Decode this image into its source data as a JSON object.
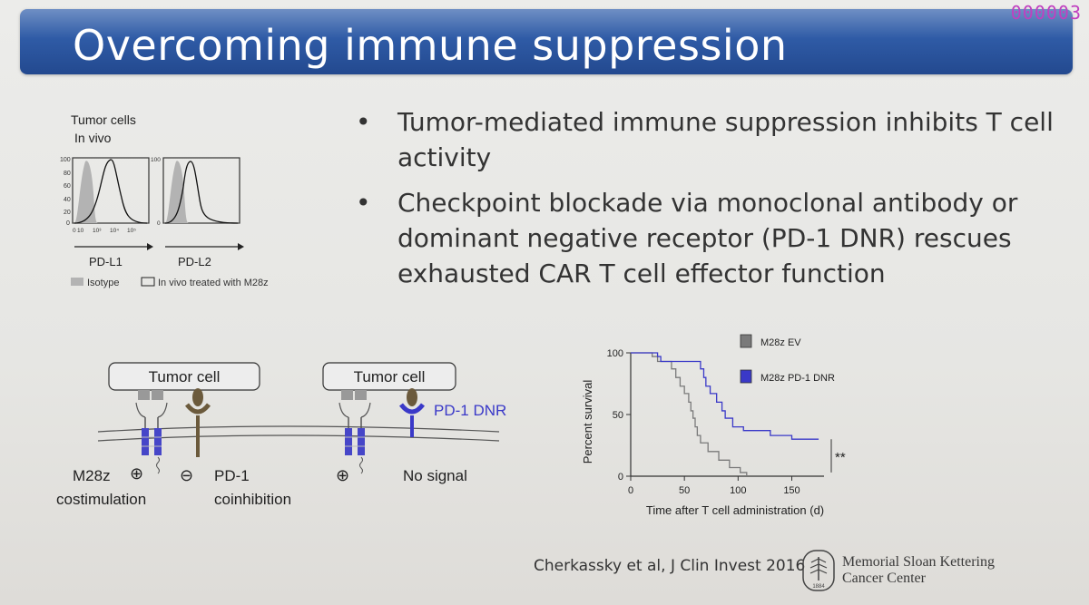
{
  "slide": {
    "title": "Overcoming immune suppression",
    "counter": "000003",
    "bullets": [
      {
        "text": "Tumor-mediated immune suppression inhibits T cell activity"
      },
      {
        "text": "Checkpoint blockade via monoclonal antibody or dominant negative receptor (PD-1 DNR) rescues exhausted CAR T cell effector function"
      }
    ],
    "citation": "Cherkassky et al, J Clin Invest 2016",
    "institution": {
      "line1": "Memorial Sloan Kettering",
      "line2": "Cancer Center",
      "logo_year": "1884"
    }
  },
  "flow_figure": {
    "title_line1": "Tumor cells",
    "title_line2": "In vivo",
    "y_ticks": [
      "100",
      "80",
      "60",
      "40",
      "20",
      "0"
    ],
    "x_ticks": [
      "0",
      "10",
      "10³",
      "10⁴",
      "10⁵"
    ],
    "panels": [
      {
        "label": "PD-L1"
      },
      {
        "label": "PD-L2"
      }
    ],
    "legend": [
      {
        "label": "Isotype"
      },
      {
        "label": "In vivo treated with M28z"
      }
    ]
  },
  "schematic": {
    "left": {
      "box": "Tumor cell",
      "car_label_1": "M28z",
      "car_label_2": "costimulation",
      "plus": "⊕",
      "minus": "⊖",
      "pd1_label_1": "PD-1",
      "pd1_label_2": "coinhibition"
    },
    "right": {
      "box": "Tumor cell",
      "dnr_label": "PD-1 DNR",
      "plus": "⊕",
      "no_signal": "No signal"
    }
  },
  "colors": {
    "title_blue": "#2f5ba6",
    "dnr_blue": "#3a39c8",
    "car_blue": "#4646c8",
    "pd1_brown": "#6b5a3c",
    "isotype_gray": "#b3b3b3"
  },
  "chart_data": {
    "type": "line",
    "title": "",
    "xlabel": "Time after T cell administration (d)",
    "ylabel": "Percent survival",
    "xlim": [
      0,
      180
    ],
    "ylim": [
      0,
      100
    ],
    "x_ticks": [
      0,
      50,
      100,
      150
    ],
    "y_ticks": [
      0,
      50,
      100
    ],
    "annotation": "**",
    "series": [
      {
        "name": "M28z EV",
        "color": "#7a7a7a",
        "points": [
          [
            0,
            100
          ],
          [
            15,
            100
          ],
          [
            20,
            97
          ],
          [
            25,
            93
          ],
          [
            32,
            93
          ],
          [
            38,
            87
          ],
          [
            42,
            80
          ],
          [
            46,
            73
          ],
          [
            50,
            67
          ],
          [
            54,
            60
          ],
          [
            56,
            53
          ],
          [
            58,
            47
          ],
          [
            60,
            40
          ],
          [
            62,
            33
          ],
          [
            65,
            27
          ],
          [
            72,
            20
          ],
          [
            82,
            13
          ],
          [
            92,
            7
          ],
          [
            102,
            3
          ],
          [
            108,
            0
          ]
        ]
      },
      {
        "name": "M28z PD-1 DNR",
        "color": "#3a39c8",
        "points": [
          [
            0,
            100
          ],
          [
            22,
            100
          ],
          [
            25,
            97
          ],
          [
            28,
            93
          ],
          [
            55,
            93
          ],
          [
            65,
            87
          ],
          [
            68,
            80
          ],
          [
            70,
            73
          ],
          [
            74,
            67
          ],
          [
            80,
            60
          ],
          [
            85,
            53
          ],
          [
            88,
            47
          ],
          [
            95,
            40
          ],
          [
            105,
            37
          ],
          [
            130,
            33
          ],
          [
            150,
            30
          ],
          [
            175,
            30
          ]
        ]
      }
    ]
  }
}
